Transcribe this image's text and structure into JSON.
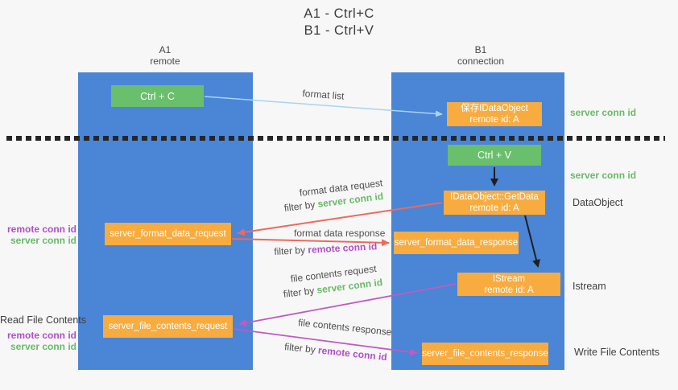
{
  "title": {
    "line1": "A1 - Ctrl+C",
    "line2": "B1 - Ctrl+V"
  },
  "lanes": [
    {
      "name": "A1",
      "subtitle": "remote"
    },
    {
      "name": "B1",
      "subtitle": "connection"
    }
  ],
  "nodes": {
    "ctrl_c": "Ctrl + C",
    "ctrl_v": "Ctrl + V",
    "save_idataobject": {
      "title": "保存IDataObject",
      "subtitle": "remote id: A"
    },
    "getdata": {
      "title": "IDataObject::GetData",
      "subtitle": "remote id: A"
    },
    "istream": {
      "title": "IStream",
      "subtitle": "remote id: A"
    },
    "server_format_data_request": "server_format_data_request",
    "server_format_data_response": "server_format_data_response",
    "server_file_contents_request": "server_file_contents_request",
    "server_file_contents_response": "server_file_contents_response"
  },
  "arrow_labels": {
    "format_list": "format list",
    "format_data_request": "format data request",
    "format_data_response": "format data response",
    "file_contents_request": "file contents request",
    "file_contents_response": "file contents response",
    "filter_by": "filter by",
    "server_conn_id": "server conn id",
    "remote_conn_id": "remote conn id"
  },
  "side_labels": {
    "left": {
      "remote_conn_id": "remote conn id",
      "server_conn_id": "server conn id",
      "read_file_contents": "Read File Contents"
    },
    "right": {
      "server_conn_id_top": "server conn id",
      "server_conn_id_mid": "server conn id",
      "dataobject": "DataObject",
      "istream": "Istream",
      "write_file_contents": "Write File Contents"
    }
  },
  "colors": {
    "background": "#f7f7f7",
    "lane_blue": "#4a85d6",
    "box_orange": "#f8ac40",
    "box_green": "#6abf6c",
    "green_text": "#67bb67",
    "purple_text": "#b14ecb",
    "arrow_red": "#ec6a5e",
    "arrow_magenta": "#bf5bc3",
    "arrow_lightblue": "#a8d4f0",
    "arrow_black": "#1f1f1f"
  }
}
